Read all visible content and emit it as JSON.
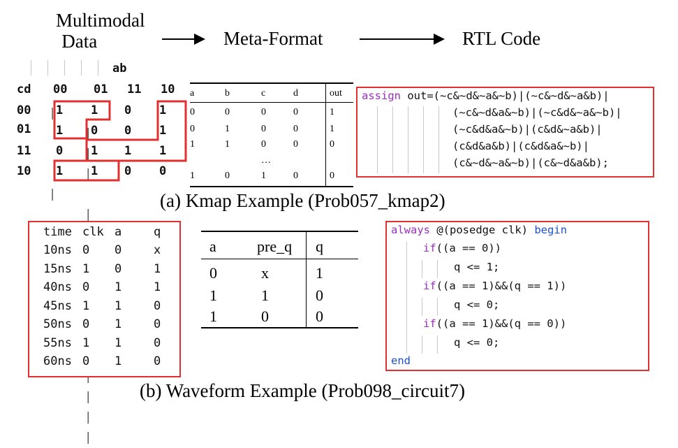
{
  "header": {
    "step1": "Multimodal Data",
    "step1_line1": "Multimodal",
    "step1_line2": "Data",
    "step2": "Meta-Format",
    "step3": "RTL Code"
  },
  "kmap": {
    "col_var": "ab",
    "row_var": "cd",
    "col_headers": [
      "00",
      "01",
      "11",
      "10"
    ],
    "row_headers": [
      "00",
      "01",
      "11",
      "10"
    ],
    "cells": [
      [
        "1",
        "1",
        "0",
        "1"
      ],
      [
        "1",
        "0",
        "0",
        "1"
      ],
      [
        "0",
        "1",
        "1",
        "1"
      ],
      [
        "1",
        "1",
        "0",
        "0"
      ]
    ]
  },
  "truth_table": {
    "headers": [
      "a",
      "b",
      "c",
      "d",
      "out"
    ],
    "rows": [
      [
        "0",
        "0",
        "0",
        "0",
        "1"
      ],
      [
        "0",
        "1",
        "0",
        "0",
        "1"
      ],
      [
        "1",
        "1",
        "0",
        "0",
        "0"
      ]
    ],
    "ellipsis": "…",
    "last_row": [
      "1",
      "0",
      "1",
      "0",
      "0"
    ]
  },
  "kmap_code": {
    "lines": [
      "assign out=(~c&~d&~a&~b)|(~c&~d&~a&b)|",
      "(~c&~d&a&~b)|(~c&d&~a&~b)|",
      "(~c&d&a&~b)|(c&d&~a&b)|",
      "(c&d&a&b)|(c&d&a&~b)|",
      "(c&~d&~a&~b)|(c&~d&a&b);"
    ]
  },
  "caption_a": "(a) Kmap Example (Prob057_kmap2)",
  "waveform": {
    "headers": [
      "time",
      "clk",
      "a",
      "q"
    ],
    "rows": [
      [
        "10ns",
        "0",
        "0",
        "x"
      ],
      [
        "15ns",
        "1",
        "0",
        "1"
      ],
      [
        "40ns",
        "0",
        "1",
        "1"
      ],
      [
        "45ns",
        "1",
        "1",
        "0"
      ],
      [
        "50ns",
        "0",
        "1",
        "0"
      ],
      [
        "55ns",
        "1",
        "1",
        "0"
      ],
      [
        "60ns",
        "0",
        "1",
        "0"
      ]
    ]
  },
  "meta_table": {
    "headers": [
      "a",
      "pre_q",
      "q"
    ],
    "rows": [
      [
        "0",
        "x",
        "1"
      ],
      [
        "1",
        "1",
        "0"
      ],
      [
        "1",
        "0",
        "0"
      ]
    ]
  },
  "waveform_code": {
    "l1_kw": "always",
    "l1_rest": " @(posedge clk) ",
    "l1_end": "begin",
    "l2_kw": "if",
    "l2_rest": "((a == 0))",
    "l3": "q <= 1;",
    "l4_kw": "if",
    "l4_rest": "((a == 1)&&(q == 1))",
    "l5": "q <= 0;",
    "l6_kw": "if",
    "l6_rest": "((a == 1)&&(q == 0))",
    "l7": "q <= 0;",
    "l8": "end"
  },
  "caption_b": "(b) Waveform Example (Prob098_circuit7)",
  "colors": {
    "highlight": "#e03030",
    "keyword": "#9b2fbe",
    "keyword2": "#1a4fd6"
  }
}
